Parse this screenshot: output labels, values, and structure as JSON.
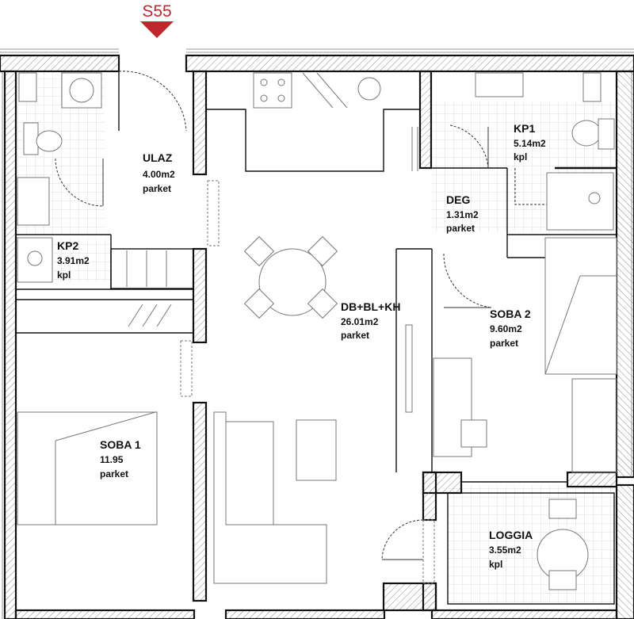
{
  "unit": {
    "code": "S55",
    "marker_color": "#c0272d"
  },
  "colors": {
    "wall": "#111111",
    "furniture": "#888888",
    "tile_grid": "#d6d6d6",
    "hatch": "#9a9a9a"
  },
  "rooms": {
    "ulaz": {
      "name": "ULAZ",
      "area": "4.00m2",
      "floor": "parket"
    },
    "kp2": {
      "name": "KP2",
      "area": "3.91m2",
      "floor": "kpl"
    },
    "living": {
      "name": "DB+BL+KH",
      "area": "26.01m2",
      "floor": "parket"
    },
    "kp1": {
      "name": "KP1",
      "area": "5.14m2",
      "floor": "kpl"
    },
    "deg": {
      "name": "DEG",
      "area": "1.31m2",
      "floor": "parket"
    },
    "soba2": {
      "name": "SOBA 2",
      "area": "9.60m2",
      "floor": "parket"
    },
    "soba1": {
      "name": "SOBA 1",
      "area": "11.95",
      "floor": "parket"
    },
    "loggia": {
      "name": "LOGGIA",
      "area": "3.55m2",
      "floor": "kpl"
    }
  }
}
